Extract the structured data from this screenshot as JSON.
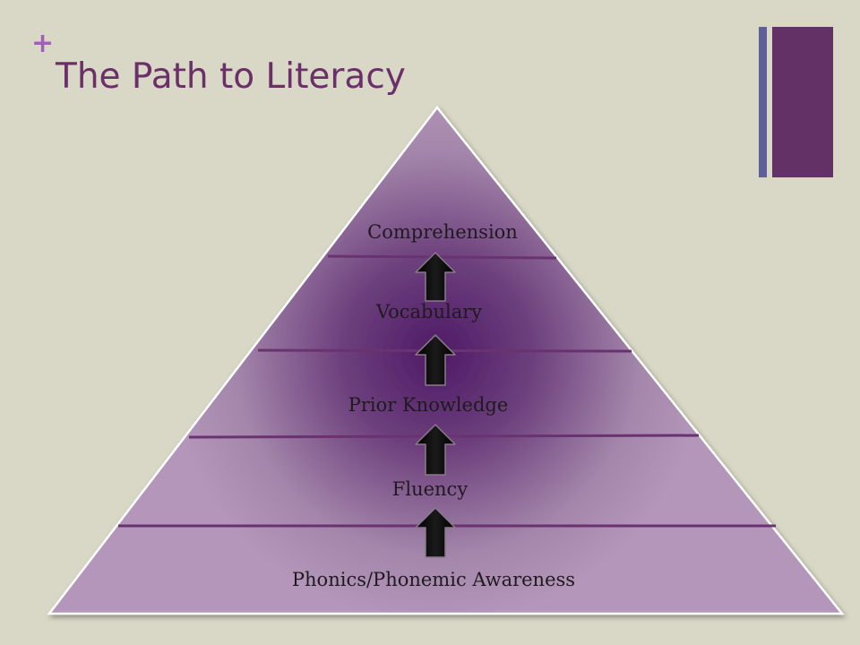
{
  "slide": {
    "plus_glyph": "+",
    "title": "The Path to Literacy"
  },
  "pyramid": {
    "levels": [
      "Comprehension",
      "Vocabulary",
      "Prior Knowledge",
      "Fluency",
      "Phonics/Phonemic Awareness"
    ]
  },
  "colors": {
    "background": "#d9d8c6",
    "accent_plus": "#a060b8",
    "title": "#6b2f69",
    "bar_thin": "#5f5f9a",
    "bar_thick": "#643166",
    "pyramid_light": "#b396b9",
    "pyramid_dark": "#4e1a66",
    "divider": "#6a3270"
  }
}
